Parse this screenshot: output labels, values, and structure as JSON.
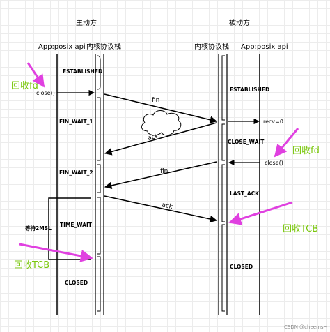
{
  "headers": {
    "active": "主动方",
    "passive": "被动方",
    "app_left": "App:posix api",
    "kernel_left": "内核协议栈",
    "kernel_right": "内核协议栈",
    "app_right": "App:posix api"
  },
  "states_left": {
    "established": "ESTABLISHED",
    "fin_wait_1": "FIN_WAIT_1",
    "fin_wait_2": "FIN_WAIT_2",
    "time_wait": "TIME_WAIT",
    "closed": "CLOSED",
    "wait_2msl": "等待2MSL"
  },
  "states_right": {
    "established": "ESTABLISHED",
    "close_wait": "CLOSE_WAIT",
    "last_ack": "LAST_ACK",
    "closed": "CLOSED"
  },
  "messages": {
    "fin1": "fin",
    "ack1": "ack",
    "fin2": "fin",
    "ack2": "ack"
  },
  "api_calls": {
    "close_left": "close()",
    "recv": "recv=0",
    "close_right": "close()"
  },
  "annotations": {
    "reclaim_fd_left": "回收fd",
    "reclaim_fd_right": "回收fd",
    "reclaim_tcb_right": "回收TCB",
    "reclaim_tcb_left": "回收TCB"
  },
  "watermark": "CSDN @cheems~",
  "colors": {
    "annotation_text": "#7ac70c",
    "annotation_arrow": "#e040e0"
  }
}
